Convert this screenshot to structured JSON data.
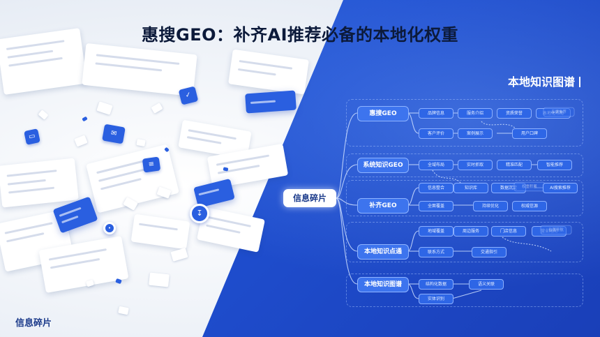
{
  "header": {
    "title": "惠搜GEO：补齐AI推荐必备的本地化权重"
  },
  "left_panel": {
    "label": "信息碎片"
  },
  "right_panel": {
    "heading": "本地知识图谱"
  },
  "mindmap": {
    "root": "信息碎片",
    "branches": [
      {
        "label": "惠搜GEO",
        "leaves": [
          "品牌信息",
          "服务介绍",
          "资质荣誉",
          "本地化布局",
          "客户评价",
          "案例展示",
          "用户口碑",
          "品牌推荐"
        ]
      },
      {
        "label": "系统知识GEO",
        "leaves": [
          "全域布局",
          "实时抓取",
          "精准匹配",
          "智能推荐"
        ]
      },
      {
        "label": "补齐GEO",
        "leaves": [
          "信息整合",
          "知识库",
          "数据沉淀",
          "权重积累",
          "AI搜索推荐",
          "全面覆盖",
          "持续优化",
          "权威信源"
        ]
      },
      {
        "label": "本地知识点通",
        "leaves": [
          "地域覆盖",
          "周边服务",
          "门店信息",
          "营业时间",
          "联系方式",
          "交通指引",
          "位置导航"
        ]
      },
      {
        "label": "本地知识图谱",
        "leaves": [
          "结构化数据",
          "语义关联",
          "实体识别"
        ]
      }
    ]
  },
  "colors": {
    "accent": "#2a5fe0",
    "panel_blue": "#1f4fd0",
    "title": "#0c1a3a"
  },
  "icons": [
    "mail-icon",
    "check-icon",
    "chat-icon",
    "doc-icon",
    "link-icon",
    "image-icon"
  ]
}
